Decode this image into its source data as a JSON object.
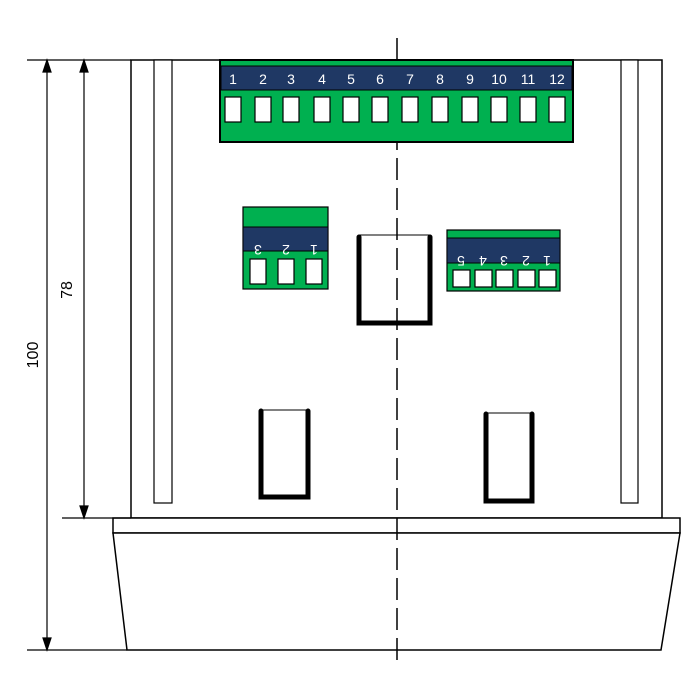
{
  "dimensions": {
    "total_height": "100",
    "body_height": "78"
  },
  "top_terminal": {
    "labels": [
      "1",
      "2",
      "3",
      "4",
      "5",
      "6",
      "7",
      "8",
      "9",
      "10",
      "11",
      "12"
    ]
  },
  "left_terminal": {
    "labels": [
      "1",
      "2",
      "3"
    ]
  },
  "right_terminal": {
    "labels": [
      "1",
      "2",
      "3",
      "4",
      "5"
    ]
  },
  "colors": {
    "terminal_green": "#00B050",
    "label_navy": "#1F3864",
    "outline": "#000000"
  }
}
